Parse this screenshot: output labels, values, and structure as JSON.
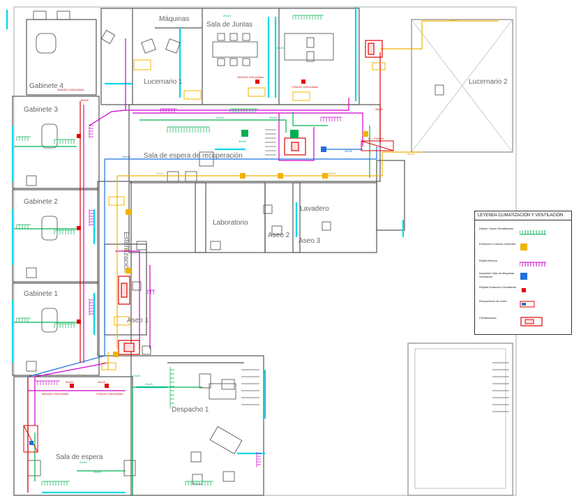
{
  "rooms": {
    "maquinas": "Máquinas",
    "sala_juntas": "Sala de Juntas",
    "gabinete4": "Gabinete 4",
    "gabinete3": "Gabinete 3",
    "gabinete2": "Gabinete 2",
    "gabinete1": "Gabinete 1",
    "lucernario1": "Lucernario 1",
    "lucernario2": "Lucernario 2",
    "sala_espera_recuperacion": "Sala de espera de recuperación",
    "laboratorio": "Laboratorio",
    "lavadero": "Lavadero",
    "aseo2": "Aseo 2",
    "aseo3": "Aseo 3",
    "aseo1": "Aseo 1",
    "esterilizacion": "Esterilización",
    "despacho1": "Despacho 1",
    "sala_espera": "Sala de espera"
  },
  "duct_labels": {
    "d1": "316x320 100x100mm",
    "d2": "180x120 100x100mm",
    "d3": "176x120 100x100mm",
    "d4": "562x320 100x100mm",
    "d5": "270x120 100x100mm",
    "d6": "20x15",
    "d7": "30x20",
    "d8": "25x30",
    "d9": "40x60",
    "d10": "Q = 2700 l/h",
    "d11": "60x40",
    "d12": "20x15",
    "d13": "30x20",
    "d14": "50x20",
    "d15": "40x15",
    "d16": "20x20",
    "d17": "30x20",
    "d18": "15x10",
    "d19": "30x15",
    "d20": "20x15",
    "d21": "25x20",
    "d22": "35x20",
    "d23": "10x20",
    "d24": "20x20",
    "d25": "30x20",
    "d26": "50x30"
  },
  "legend": {
    "title": "LEYENDA CLIMATIZACIÓN Y VENTILACIÓN",
    "items": [
      {
        "label": "Difusor Lineal Climatización",
        "color": "#00b050",
        "icon": "linear-diffuser-icon"
      },
      {
        "label": "Extracción Cuartos Húmedos",
        "color": "#f0b400",
        "icon": "wet-room-extraction-icon"
      },
      {
        "label": "Rejilla Retorno",
        "color": "#cc00cc",
        "icon": "return-grille-icon"
      },
      {
        "label": "Impulsión Sala de Máquinas Ventilación",
        "color": "#1e6fd9",
        "icon": "machine-room-supply-icon"
      },
      {
        "label": "Rejillas Extracción Ventilación",
        "color": "#e00000",
        "icon": "extraction-grille-icon"
      },
      {
        "label": "Recuperador de Calor",
        "color": "#e00000",
        "icon": "heat-recovery-unit-icon"
      },
      {
        "label": "Climatizadora",
        "color": "#e00000",
        "icon": "air-handling-unit-icon"
      }
    ]
  },
  "colors": {
    "supply": "#00b050",
    "return": "#cc00cc",
    "exhaust": "#e00000",
    "ventilation": "#1e6fd9",
    "extraction_wet": "#f0b400",
    "walls": "#444444",
    "glazing": "#00d8e8"
  }
}
